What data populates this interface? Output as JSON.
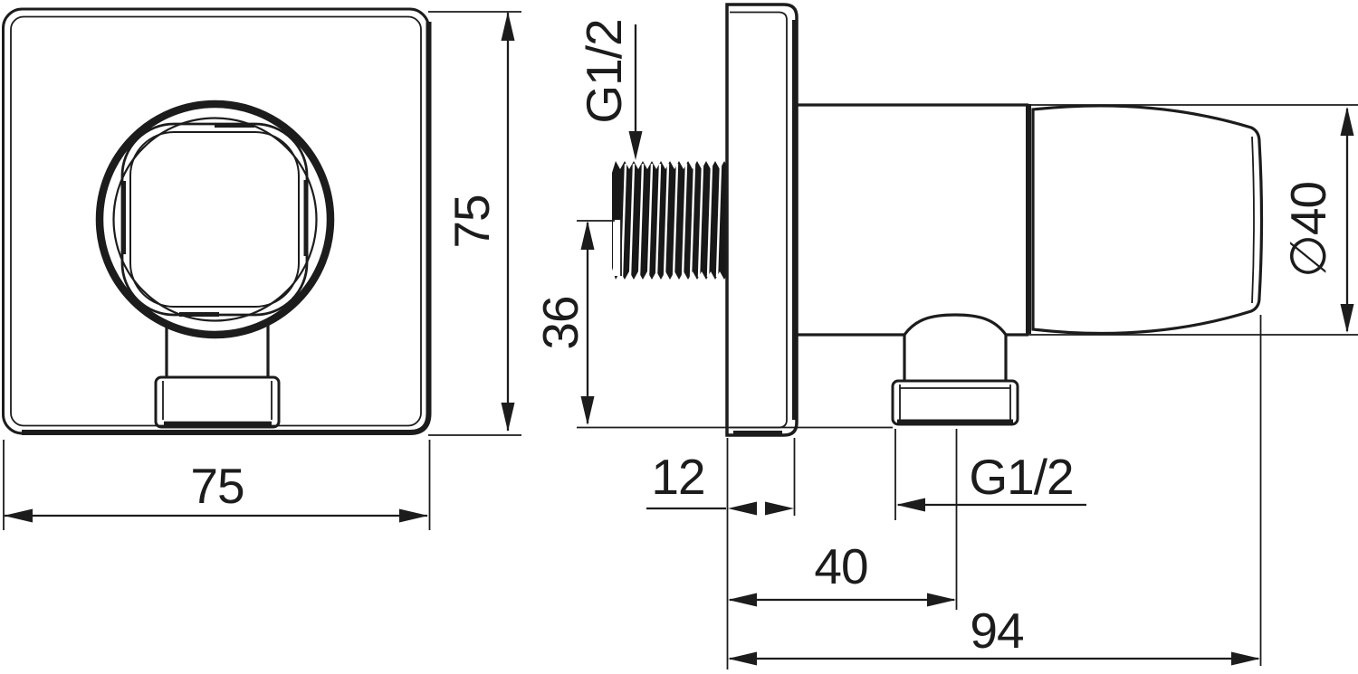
{
  "title": "Shower wall outlet elbow - dimensional technical drawing",
  "colors": {
    "line": "#1c1c1c",
    "background": "#ffffff"
  },
  "views": {
    "front": "front-view",
    "side": "side-view"
  },
  "dimensions": {
    "front_width": "75",
    "front_height": "75",
    "inlet_thread": "G1/2",
    "inlet_axis_to_outlet": "36",
    "body_diameter": "∅40",
    "plate_thickness": "12",
    "wall_to_outlet_axis": "40",
    "total_projection": "94",
    "outlet_thread": "G1/2"
  }
}
